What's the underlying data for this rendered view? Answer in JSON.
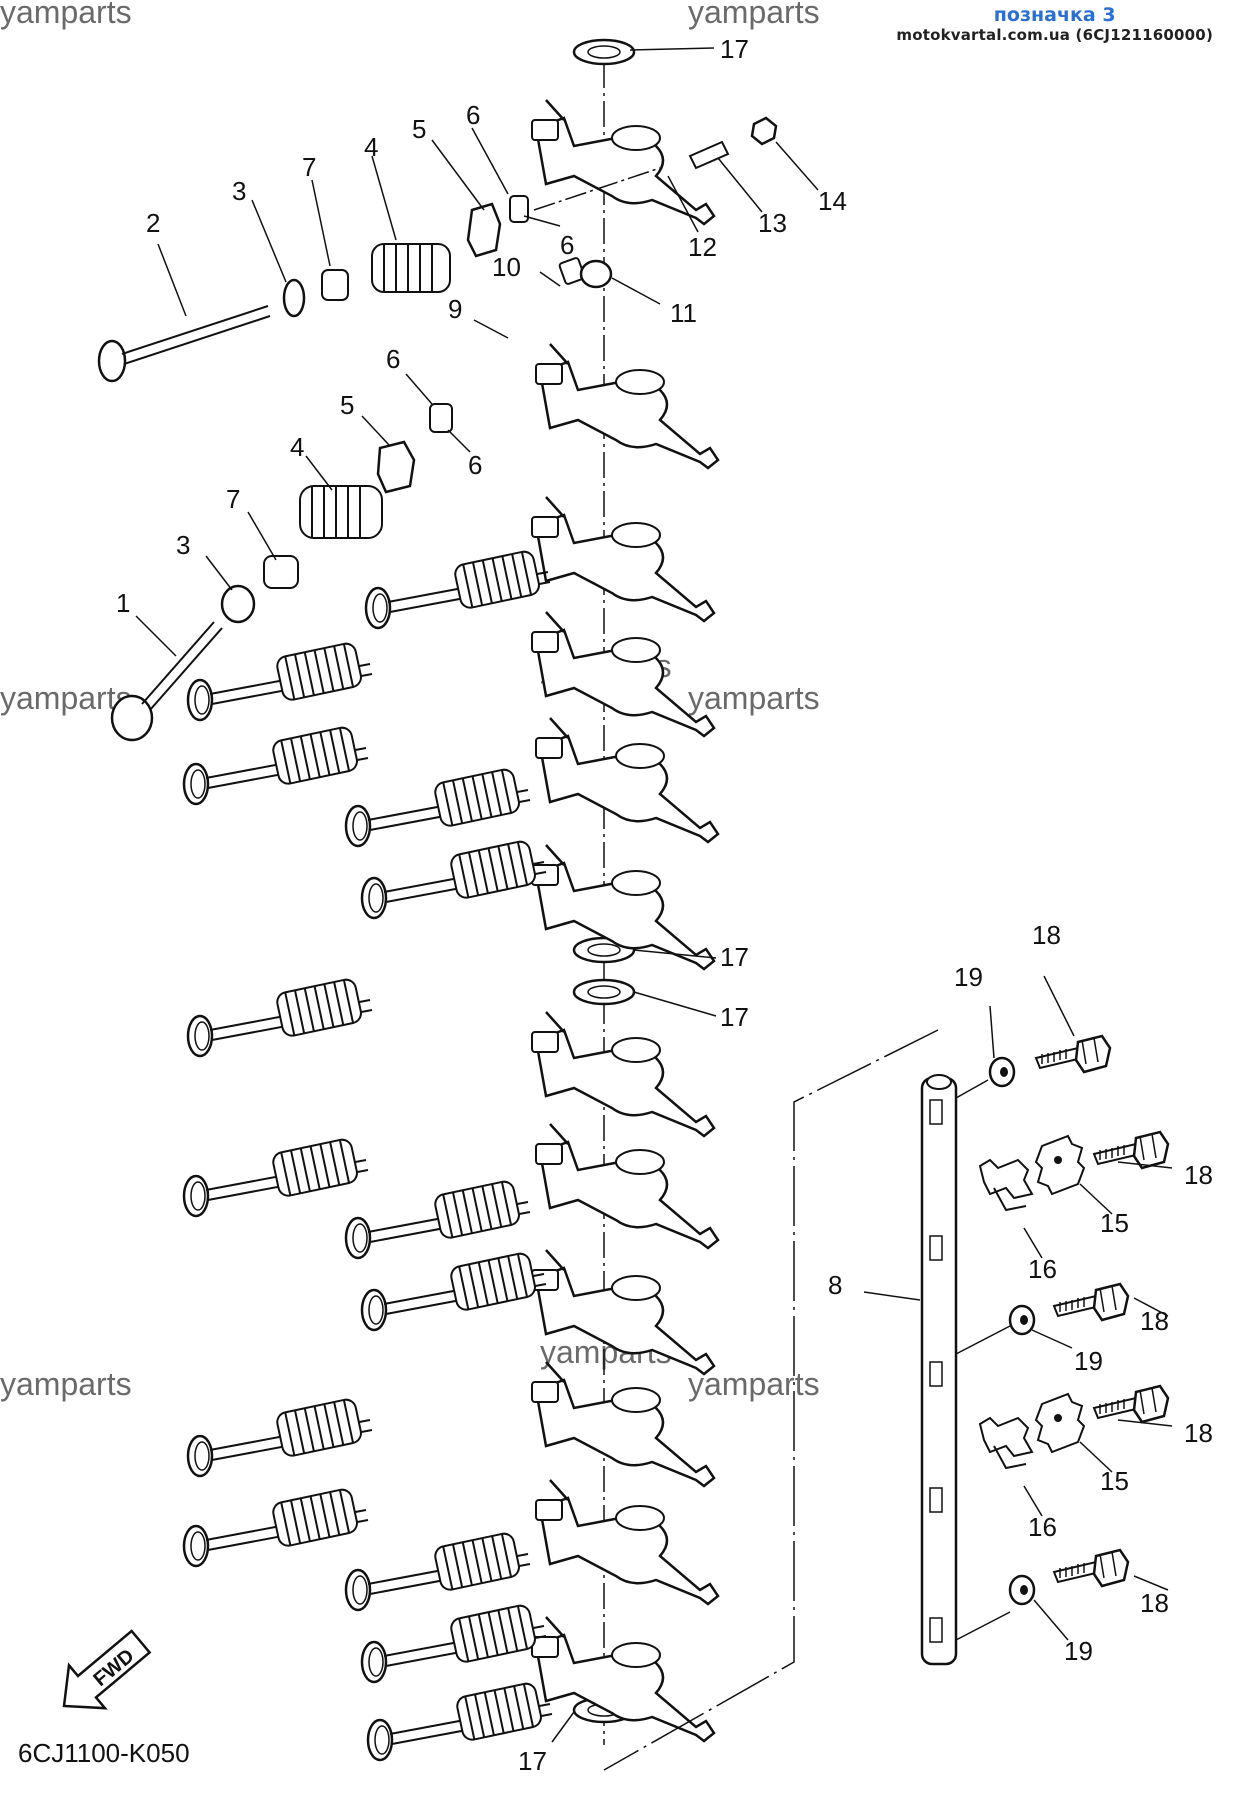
{
  "header": {
    "label": "позначка 3",
    "source": "motokvartal.com.ua (6CJ121160000)"
  },
  "watermark": "yamparts",
  "diagram_code": "6CJ1100-K050",
  "fwd_label": "FWD",
  "callouts": [
    "1",
    "2",
    "3",
    "4",
    "5",
    "6",
    "7",
    "8",
    "9",
    "10",
    "11",
    "12",
    "13",
    "14",
    "15",
    "16",
    "17",
    "18",
    "19"
  ]
}
